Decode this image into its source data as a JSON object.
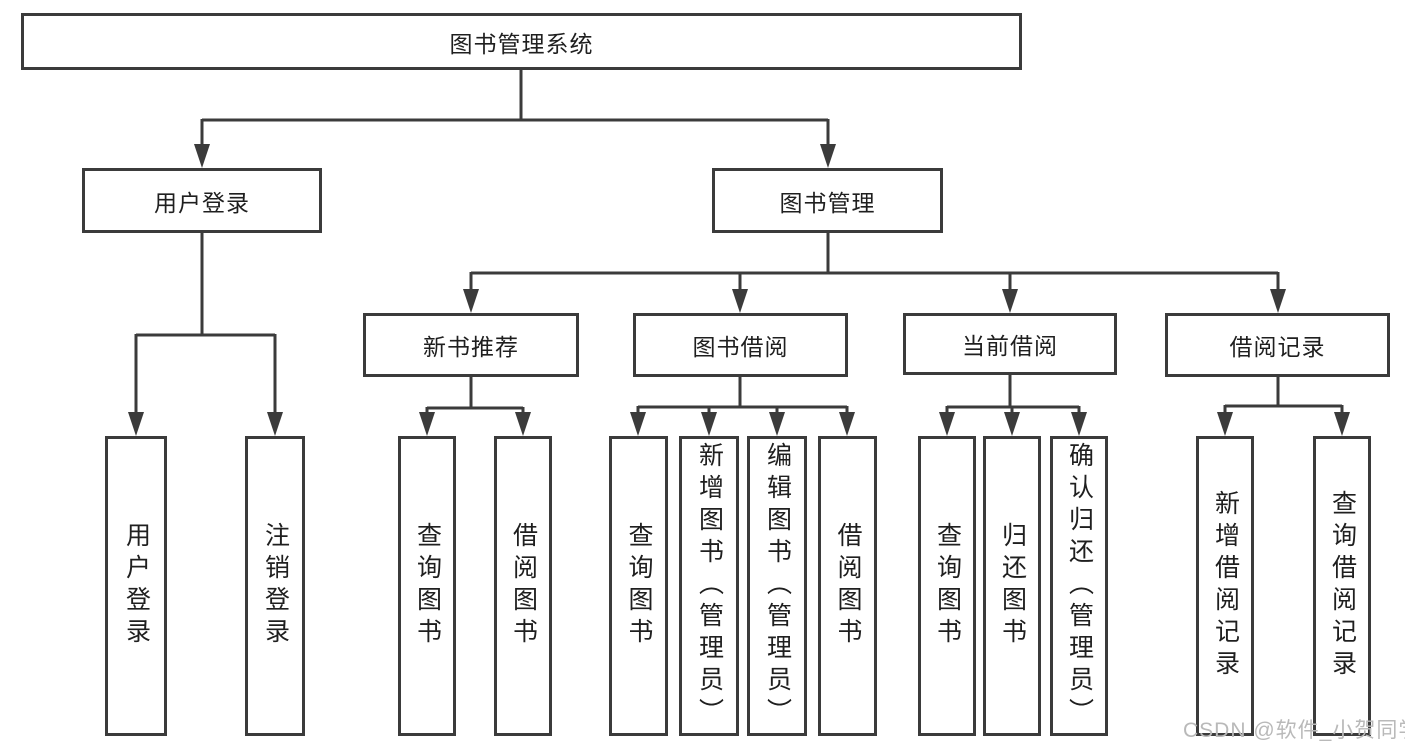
{
  "tree": {
    "root": "图书管理系统",
    "branches": [
      {
        "label": "用户登录",
        "children": [
          "用户登录",
          "注销登录"
        ]
      },
      {
        "label": "图书管理",
        "sections": [
          {
            "label": "新书推荐",
            "children": [
              "查询图书",
              "借阅图书"
            ]
          },
          {
            "label": "图书借阅",
            "children": [
              "查询图书",
              "新增图书（管理员）",
              "编辑图书（管理员）",
              "借阅图书"
            ]
          },
          {
            "label": "当前借阅",
            "children": [
              "查询图书",
              "归还图书",
              "确认归还（管理员）"
            ]
          },
          {
            "label": "借阅记录",
            "children": [
              "新增借阅记录",
              "查询借阅记录"
            ]
          }
        ]
      }
    ]
  },
  "watermark": {
    "text": "CSDN @软件_小贺同学"
  },
  "colors": {
    "line": "#3b3b3b",
    "text": "#1f1f1f",
    "watermark": "#b9b9b9",
    "background": "#ffffff"
  }
}
